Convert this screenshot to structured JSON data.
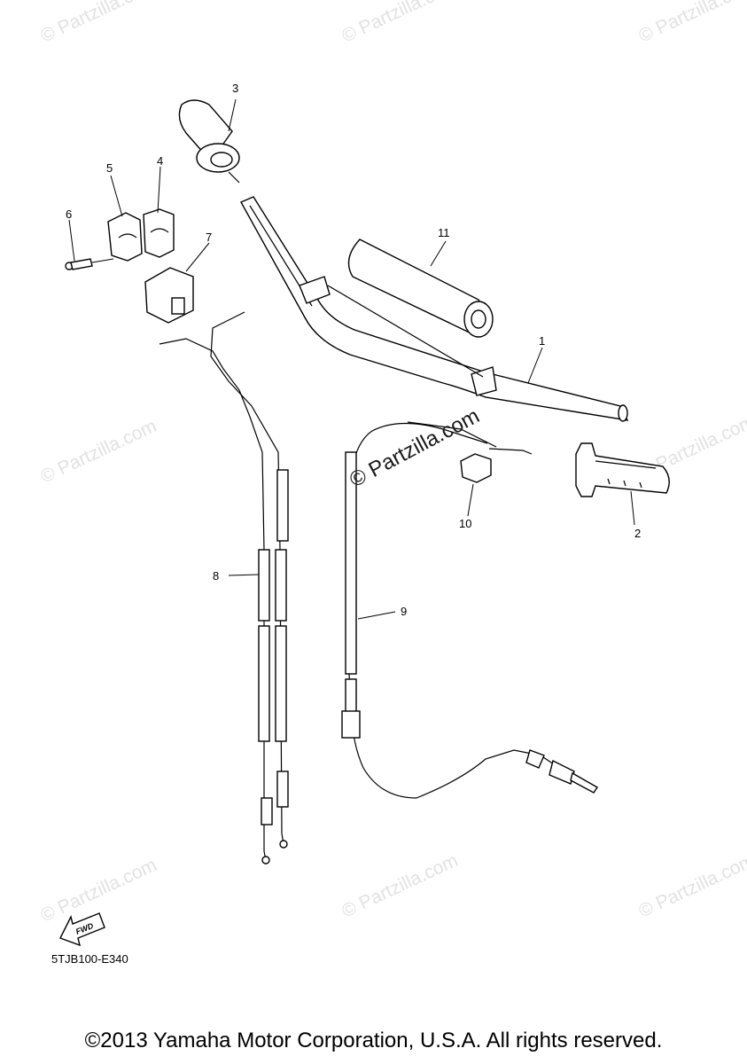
{
  "watermark": {
    "repeat_text": "© Partzilla.com",
    "center_text": "© Partzilla.com"
  },
  "callouts": [
    "1",
    "2",
    "3",
    "4",
    "5",
    "6",
    "7",
    "8",
    "9",
    "10",
    "11"
  ],
  "fwd_label": "FWD",
  "diagram_code": "5TJB100-E340",
  "copyright": "©2013 Yamaha Motor Corporation, U.S.A. All rights reserved."
}
